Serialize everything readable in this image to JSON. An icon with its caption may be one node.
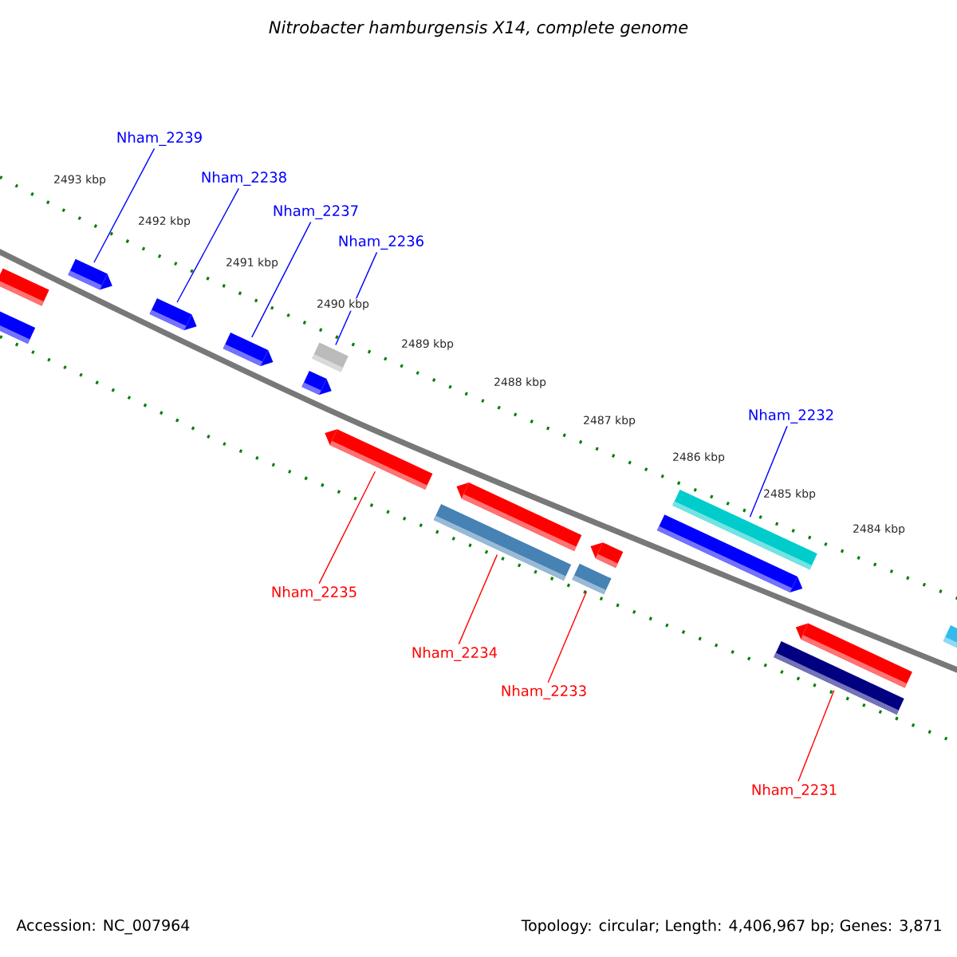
{
  "diagram": {
    "title": "Nitrobacter hamburgensis X14, complete genome",
    "nodes": [
      {
        "text": [
          "Nham_2239"
        ]
      },
      {
        "text": [
          "Nham_2238"
        ]
      },
      {
        "text": [
          "Nham_2237"
        ]
      },
      {
        "text": [
          "Nham_2236"
        ]
      },
      {
        "text": [
          "Nham_2232"
        ]
      },
      {
        "text": [
          "Nham_2235"
        ]
      },
      {
        "text": [
          "Nham_2234"
        ]
      },
      {
        "text": [
          "Nham_2233"
        ]
      },
      {
        "text": [
          "Nham_2231"
        ]
      },
      {
        "text": [],
        "shape": "box"
      },
      {
        "text": [],
        "shape": "box"
      },
      {
        "text": [],
        "shape": "pentagon"
      },
      {
        "text": [],
        "shape": "pentagon"
      },
      {
        "text": [],
        "shape": "pentagon"
      },
      {
        "text": [],
        "shape": "pentagon"
      },
      {
        "text": [],
        "shape": "box"
      },
      {
        "text": [],
        "shape": "pentagon"
      },
      {
        "text": [],
        "shape": "box"
      },
      {
        "text": [],
        "shape": "pentagon"
      },
      {
        "text": [],
        "shape": "box"
      },
      {
        "text": [],
        "shape": "pentagon"
      },
      {
        "text": [],
        "shape": "pentagon"
      },
      {
        "text": [],
        "shape": "box"
      },
      {
        "text": [],
        "shape": "box"
      },
      {
        "text": [],
        "shape": "pentagon"
      },
      {
        "text": [],
        "shape": "pentagon"
      }
    ],
    "edges": [
      {
        "from": 0,
        "to": 11,
        "arrow": "none"
      },
      {
        "from": 1,
        "to": 12,
        "arrow": "none"
      },
      {
        "from": 2,
        "to": 13,
        "arrow": "none"
      },
      {
        "from": 3,
        "to": 15,
        "arrow": "none"
      },
      {
        "from": 4,
        "to": 22,
        "arrow": "none"
      },
      {
        "from": 5,
        "to": 16,
        "arrow": "none",
        "color": "#ff0000"
      },
      {
        "from": 6,
        "to": 17,
        "arrow": "none",
        "color": "#ff0000"
      },
      {
        "from": 7,
        "to": 19,
        "arrow": "none",
        "color": "#ff0000"
      },
      {
        "from": 8,
        "to": 23,
        "arrow": "none",
        "color": "#ff0000"
      }
    ],
    "labels": [
      "2493 kbp",
      "2492 kbp",
      "2491 kbp",
      "2490 kbp",
      "2489 kbp",
      "2488 kbp",
      "2487 kbp",
      "2486 kbp",
      "2485 kbp",
      "2484 kbp",
      "Accession: NC_007964",
      "Topology: circular; Length: 4,406,967 bp; Genes: 3,871"
    ]
  }
}
